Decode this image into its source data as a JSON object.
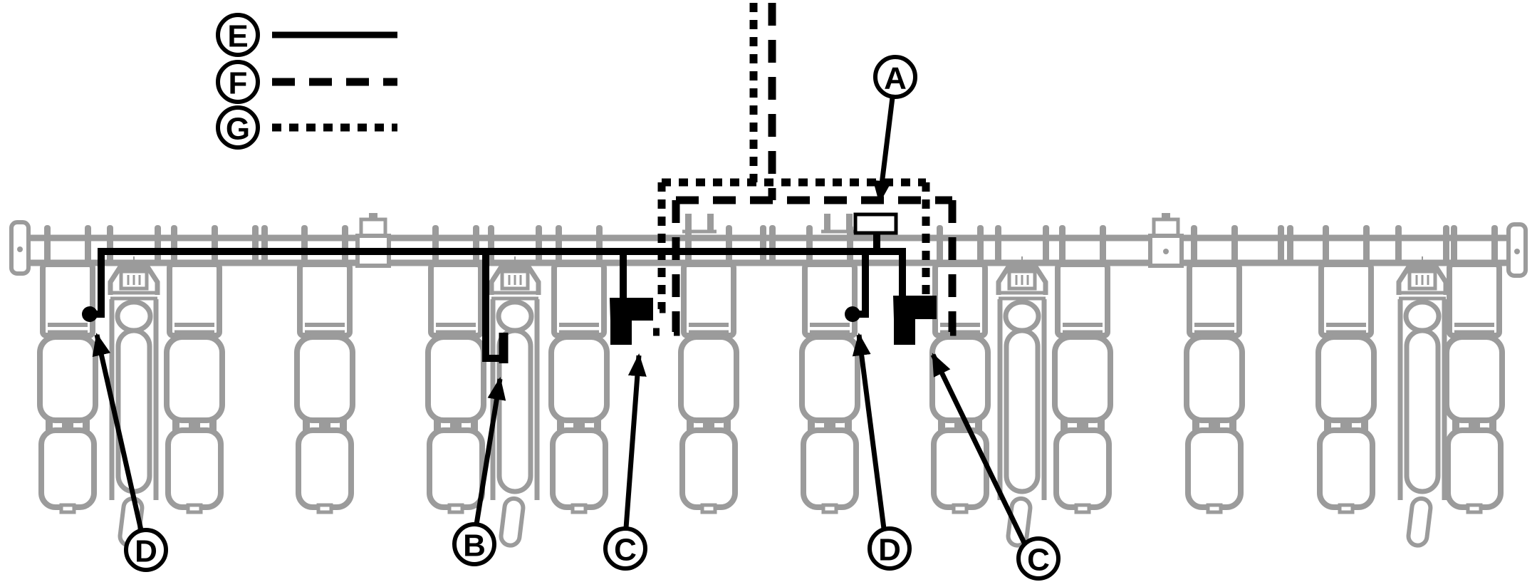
{
  "diagram": {
    "type": "implement-wiring-harness-routing",
    "legend": {
      "items": [
        {
          "id": "E",
          "line_style": "solid"
        },
        {
          "id": "F",
          "line_style": "dashed"
        },
        {
          "id": "G",
          "line_style": "dotted"
        }
      ]
    },
    "callouts": {
      "a": {
        "label": "A",
        "target": "controller-module"
      },
      "b": {
        "label": "B",
        "target": "stub-connector"
      },
      "c1": {
        "label": "C",
        "target": "connector-block-left"
      },
      "c2": {
        "label": "C",
        "target": "connector-block-right"
      },
      "d1": {
        "label": "D",
        "target": "junction-dot-left"
      },
      "d2": {
        "label": "D",
        "target": "junction-dot-right"
      }
    },
    "machine": {
      "row_unit_count": 16,
      "row_units_with_meter_detail": 4
    },
    "colors": {
      "wiring": "#000000",
      "machine": "#9b9b9b",
      "background": "#ffffff"
    }
  }
}
